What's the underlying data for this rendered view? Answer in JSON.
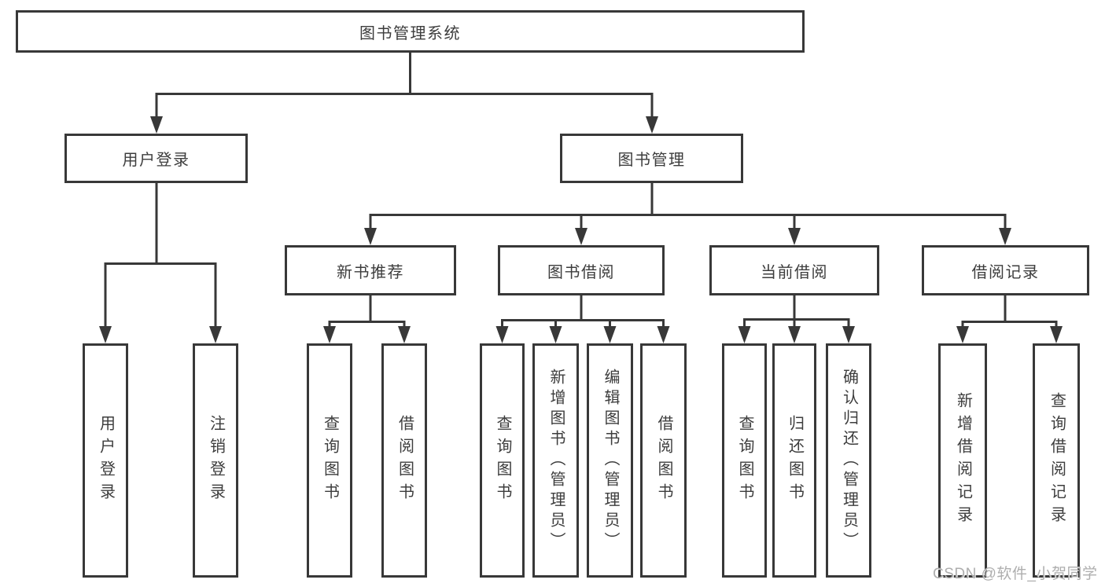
{
  "nodes": {
    "root": {
      "label": "图书管理系统"
    },
    "user_login": {
      "label": "用户登录"
    },
    "book_mgmt": {
      "label": "图书管理"
    },
    "new_book_rec": {
      "label": "新书推荐"
    },
    "book_borrow": {
      "label": "图书借阅"
    },
    "current_borrow": {
      "label": "当前借阅"
    },
    "borrow_records": {
      "label": "借阅记录"
    },
    "leaves": {
      "user_login": {
        "label": "用户登录"
      },
      "logout": {
        "label": "注销登录"
      },
      "query_books_new": {
        "label": "查询图书"
      },
      "borrow_books_new": {
        "label": "借阅图书"
      },
      "query_books_mgmt": {
        "label": "查询图书"
      },
      "add_books": {
        "label": "新增图书（管理员）"
      },
      "edit_books": {
        "label": "编辑图书（管理员）"
      },
      "borrow_books_mgmt": {
        "label": "借阅图书"
      },
      "query_books_cur": {
        "label": "查询图书"
      },
      "return_books": {
        "label": "归还图书"
      },
      "confirm_return": {
        "label": "确认归还（管理员）"
      },
      "add_borrow_record": {
        "label": "新增借阅记录"
      },
      "query_borrow_record": {
        "label": "查询借阅记录"
      }
    }
  },
  "hierarchy": {
    "图书管理系统": {
      "用户登录": [
        "用户登录",
        "注销登录"
      ],
      "图书管理": {
        "新书推荐": [
          "查询图书",
          "借阅图书"
        ],
        "图书借阅": [
          "查询图书",
          "新增图书（管理员）",
          "编辑图书（管理员）",
          "借阅图书"
        ],
        "当前借阅": [
          "查询图书",
          "归还图书",
          "确认归还（管理员）"
        ],
        "借阅记录": [
          "新增借阅记录",
          "查询借阅记录"
        ]
      }
    }
  },
  "watermark": {
    "text": "CSDN @软件_小贺同学"
  },
  "colors": {
    "line": "#383838",
    "box_border": "#383838",
    "box_fill": "#ffffff",
    "text": "#3d3d3d",
    "background": "#ffffff",
    "watermark": "#aeaeae"
  }
}
